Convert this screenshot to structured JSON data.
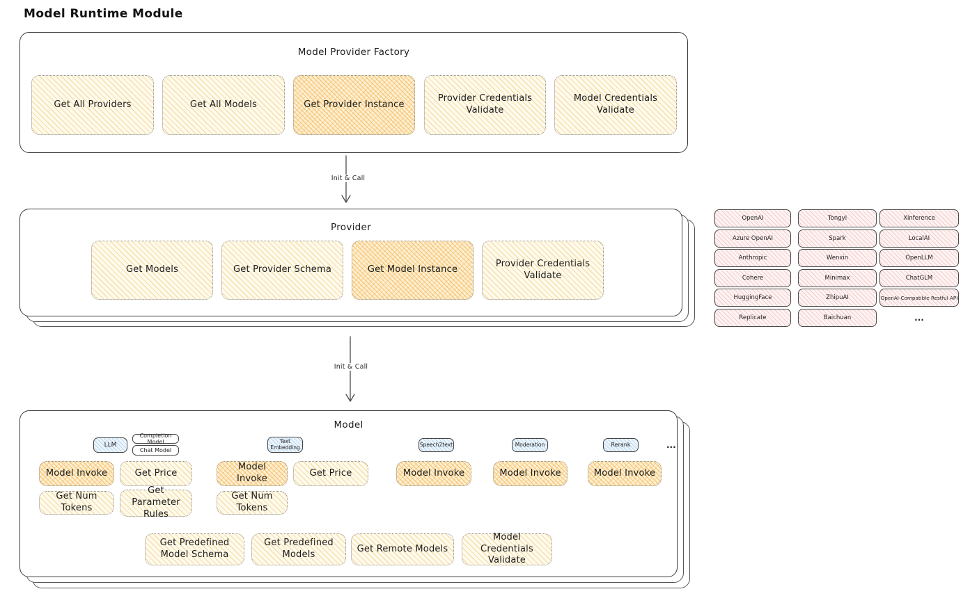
{
  "title": "Model Runtime Module",
  "arrows": {
    "init_call_1": "Init & Call",
    "init_call_2": "Init & Call"
  },
  "factory": {
    "title": "Model Provider Factory",
    "boxes": [
      {
        "label": "Get All Providers",
        "variant": "yellow"
      },
      {
        "label": "Get All Models",
        "variant": "yellow"
      },
      {
        "label": "Get Provider Instance",
        "variant": "orange"
      },
      {
        "label": "Provider Credentials Validate",
        "variant": "yellow"
      },
      {
        "label": "Model Credentials Validate",
        "variant": "yellow"
      }
    ]
  },
  "provider": {
    "title": "Provider",
    "boxes": [
      {
        "label": "Get Models",
        "variant": "yellow"
      },
      {
        "label": "Get Provider Schema",
        "variant": "yellow"
      },
      {
        "label": "Get Model Instance",
        "variant": "orange"
      },
      {
        "label": "Provider Credentials Validate",
        "variant": "yellow"
      }
    ]
  },
  "providers_grid": {
    "columns": [
      {
        "items": [
          "OpenAI",
          "Azure OpenAI",
          "Anthropic",
          "Cohere",
          "HuggingFace",
          "Replicate"
        ]
      },
      {
        "items": [
          "Tongyi",
          "Spark",
          "Wenxin",
          "Minimax",
          "ZhipuAI",
          "Baichuan"
        ]
      },
      {
        "items": [
          "Xinference",
          "LocalAI",
          "OpenLLM",
          "ChatGLM",
          "OpenAI-Compatible Restful API",
          "..."
        ]
      }
    ]
  },
  "model": {
    "title": "Model",
    "tabs": {
      "llm": "LLM",
      "completion_model": "Completion Model",
      "chat_model": "Chat Model",
      "text_embedding": "Text Embedding",
      "speech2text": "Speech2text",
      "moderation": "Moderation",
      "rerank": "Rerank",
      "more": "..."
    },
    "ops": {
      "model_invoke": "Model Invoke",
      "get_price": "Get Price",
      "get_num_tokens": "Get Num Tokens",
      "get_parameter_rules": "Get Parameter Rules",
      "get_predefined_model_schema": "Get Predefined Model Schema",
      "get_predefined_models": "Get Predefined Models",
      "get_remote_models": "Get Remote Models",
      "model_credentials_validate": "Model Credentials Validate"
    }
  },
  "colors": {
    "yellow_fill": "#fffaec",
    "yellow_hatch": "#e8c46e",
    "orange_fill": "#fdf0d2",
    "orange_hatch": "#f3ad48",
    "pink_fill": "#fdf3f3",
    "pink_hatch": "#ec9a9a",
    "blue_fill": "#ecf5fc",
    "blue_hatch": "#82b2dc",
    "ink": "#1b1b1b"
  }
}
